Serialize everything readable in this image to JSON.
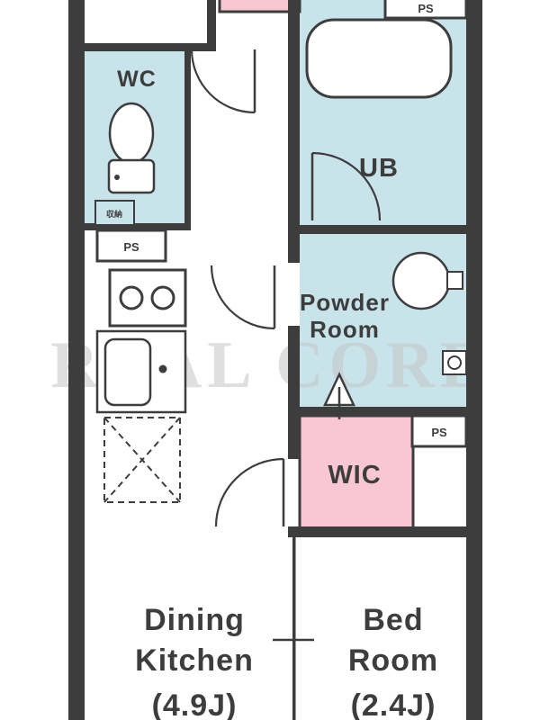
{
  "watermark": "REAL CORE",
  "rooms": {
    "wc": {
      "label": "WC"
    },
    "ub": {
      "label": "UB"
    },
    "powder": {
      "line1": "Powder",
      "line2": "Room"
    },
    "wic": {
      "label": "WIC"
    },
    "dining_kitchen": {
      "line1": "Dining",
      "line2": "Kitchen",
      "size": "(4.9J)"
    },
    "bedroom": {
      "line1": "Bed",
      "line2": "Room",
      "size": "(2.4J)"
    }
  },
  "labels": {
    "ps_top": "PS",
    "ps_kitchen": "PS",
    "ps_wic": "PS",
    "wc_storage": "収納"
  },
  "colors": {
    "wet_area": "#c8e4ea",
    "closet_pink": "#f9c6d3",
    "wall": "#3d3d3d",
    "text": "#3d3d3d",
    "watermark": "#c6c6c6"
  }
}
